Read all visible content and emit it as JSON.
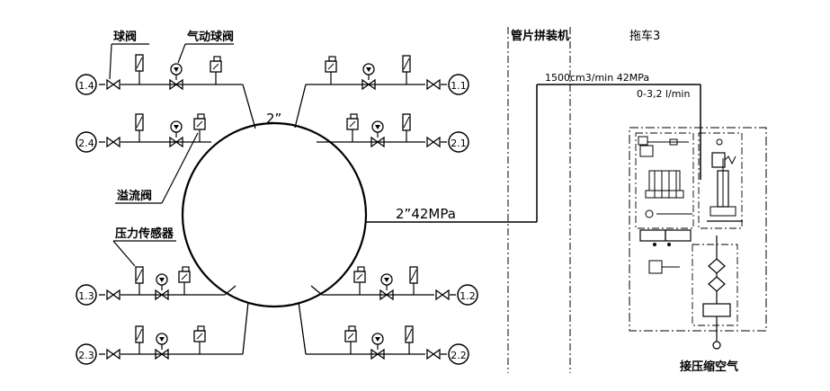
{
  "labels": {
    "ball_valve": "球阀",
    "pneumatic_ball_valve": "气动球阀",
    "overflow_valve": "溢流阀",
    "pressure_sensor": "压力传感器",
    "segment_erector": "管片拼装机",
    "trailer": "拖车3",
    "compressed_air": "接压缩空气",
    "pipe_size": "2”",
    "main_line": "2”42MPa",
    "flow_spec": "1500cm3/min  42MPa",
    "flow_range": "0-3,2 l/min"
  },
  "ports": {
    "p14": "1.4",
    "p24": "2.4",
    "p13": "1.3",
    "p23": "2.3",
    "p11": "1.1",
    "p21": "2.1",
    "p12": "1.2",
    "p22": "2.2"
  },
  "icons": {
    "ball_valve": "bowtie-valve-icon",
    "pneumatic_valve": "actuated-valve-icon",
    "gauge": "pressure-gauge-icon",
    "sensor": "pressure-sensor-icon",
    "relief": "relief-valve-icon"
  }
}
